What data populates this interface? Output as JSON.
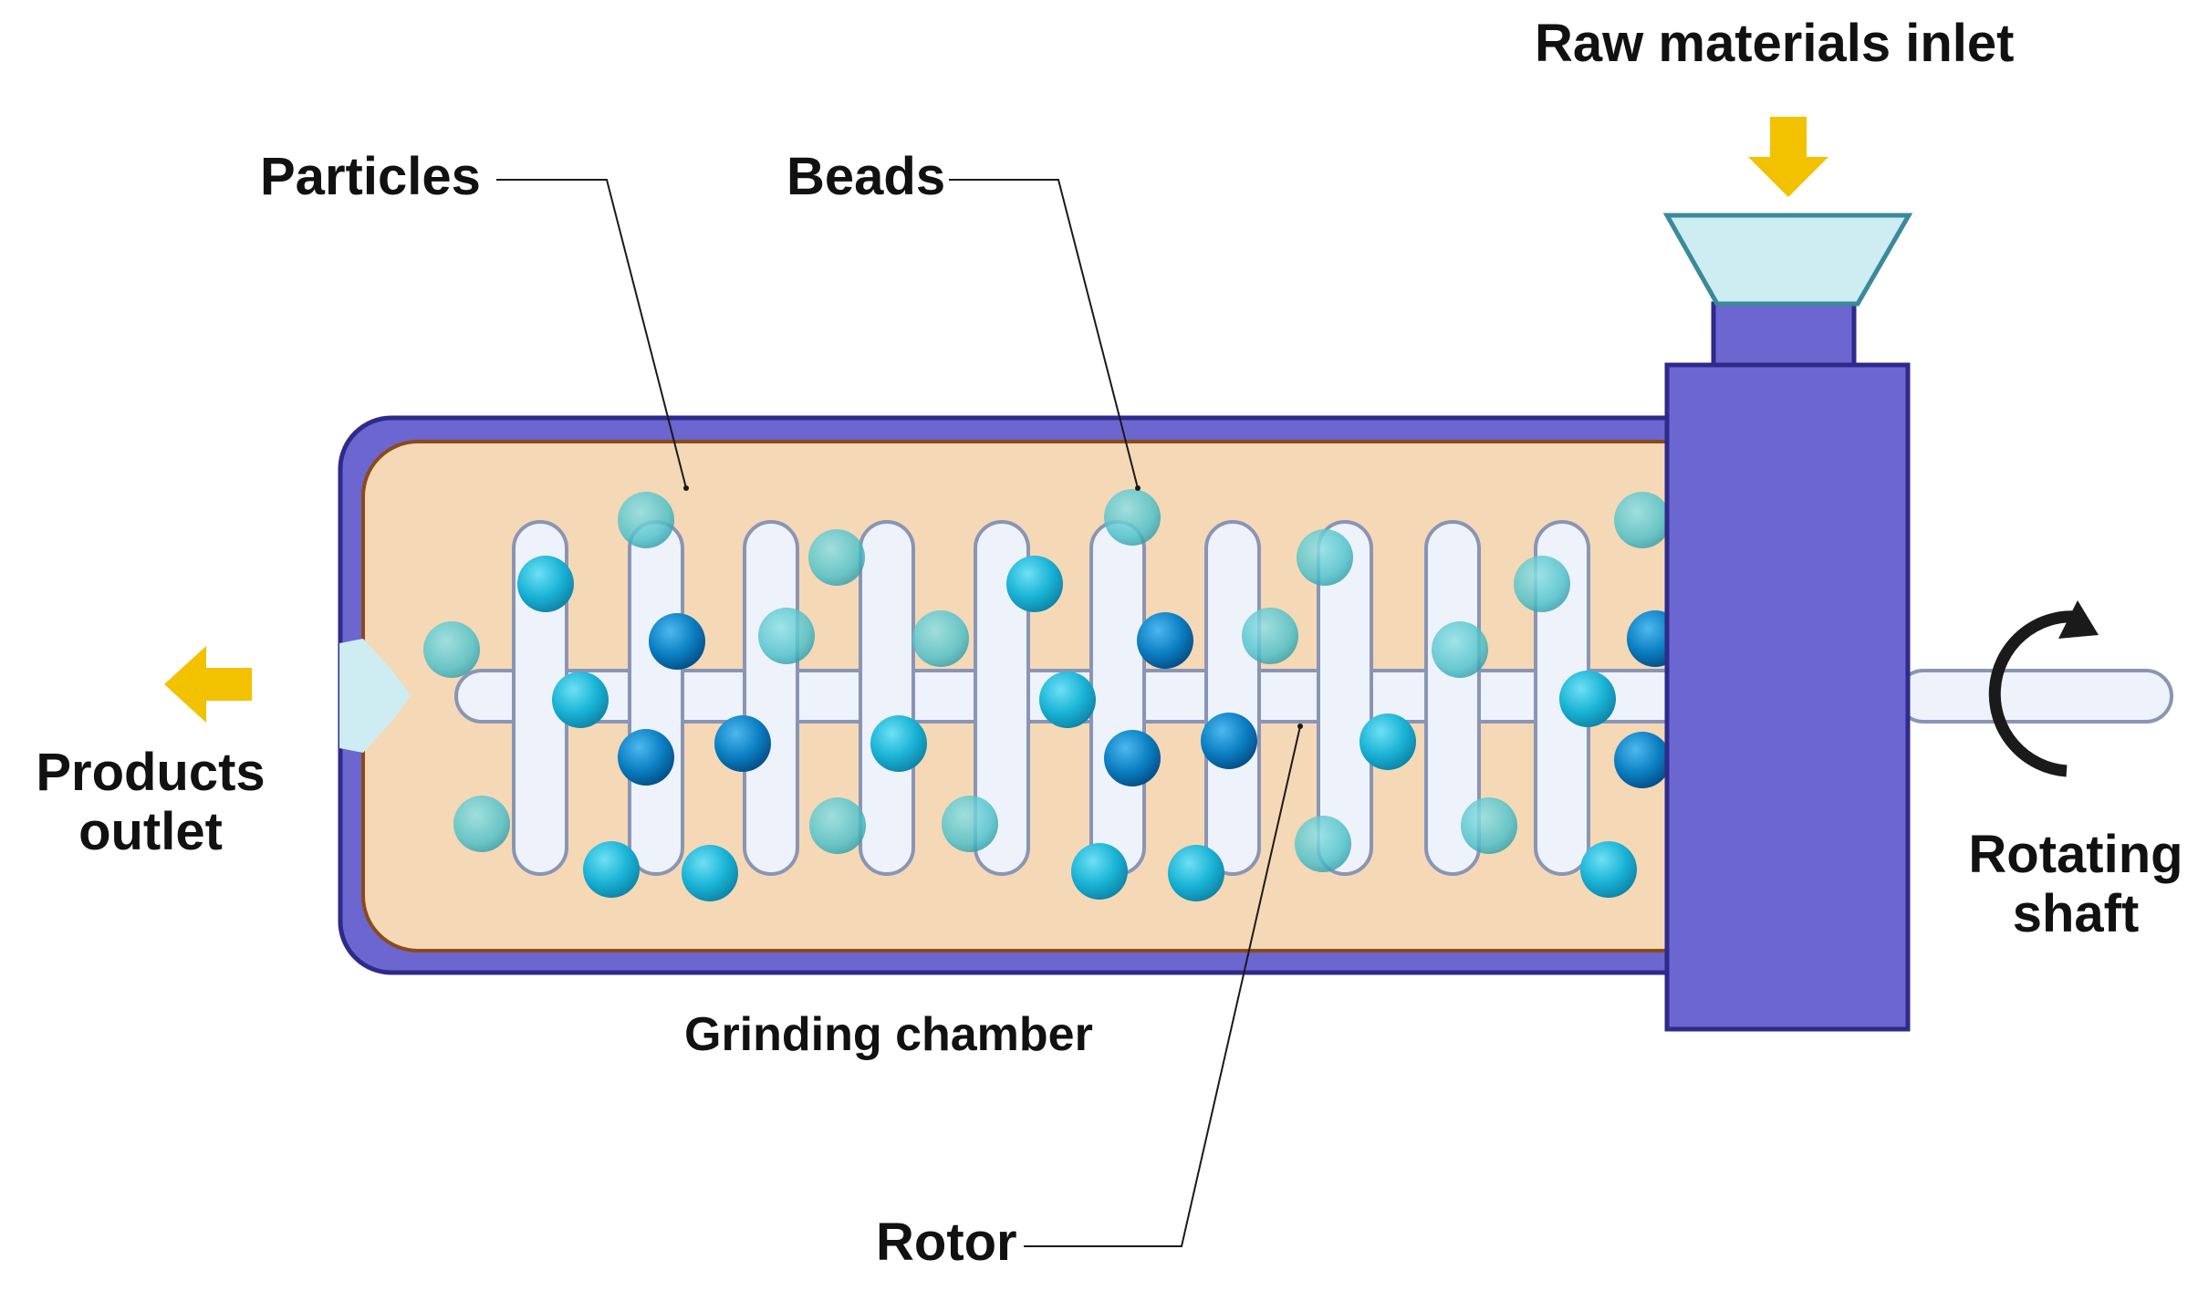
{
  "labels": {
    "raw_materials_inlet": "Raw materials inlet",
    "particles": "Particles",
    "beads": "Beads",
    "products_outlet_line1": "Products",
    "products_outlet_line2": "outlet",
    "rotating_shaft_line1": "Rotating",
    "rotating_shaft_line2": "shaft",
    "grinding_chamber": "Grinding chamber",
    "rotor": "Rotor"
  },
  "colors": {
    "housing": "#6B66D0",
    "housing_stroke": "#2F2A8A",
    "chamber_fill": "#F5D8B6",
    "chamber_stroke": "#8B4A1C",
    "rotor_fill": "#EEF2FA",
    "rotor_stroke": "#8A95B5",
    "funnel_fill": "#CDEDF3",
    "funnel_stroke": "#3A8A9A",
    "outlet_fill": "#CDEDF3",
    "arrow_yellow": "#F2C100",
    "bead_dark": "#0B7FC2",
    "bead_light": "#19B3D6",
    "particle": "#4CC0C9"
  },
  "icons": {
    "inlet_arrow": "down-arrow-icon",
    "outlet_arrow": "left-arrow-icon",
    "rotation_arrow": "clockwise-rotation-icon"
  }
}
